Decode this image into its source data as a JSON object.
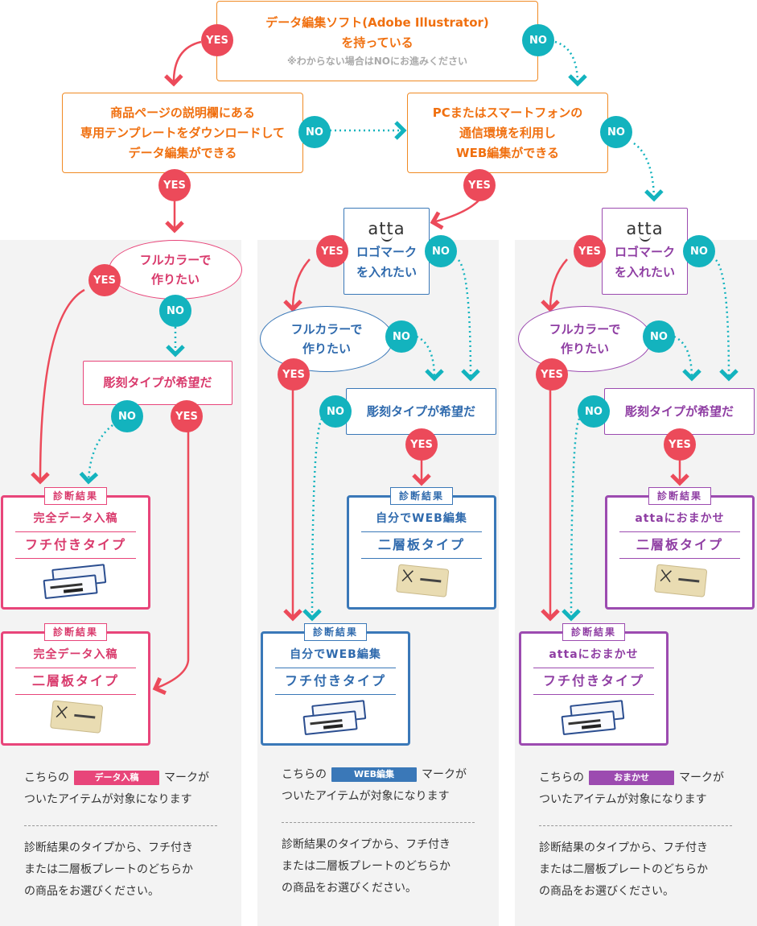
{
  "start": {
    "line1": "データ編集ソフト(Adobe Illustrator)",
    "line2": "を持っている",
    "note": "※わからない場合はNOにお進みください"
  },
  "q_template": {
    "line1": "商品ページの説明欄にある",
    "line2": "専用テンプレートをダウンロードして",
    "line3": "データ編集ができる"
  },
  "q_env": {
    "line1": "PCまたはスマートフォンの",
    "line2": "通信環境を利用し",
    "line3": "WEB編集ができる"
  },
  "badges": {
    "yes": "YES",
    "no": "NO"
  },
  "logo_q": {
    "logo": "atta",
    "line1": "ロゴマーク",
    "line2": "を入れたい"
  },
  "fullcolor_q": {
    "line1": "フルカラーで",
    "line2": "作りたい"
  },
  "engrave_q": "彫刻タイプが希望だ",
  "result_label": "診断結果",
  "results": {
    "pink_top": {
      "line1": "完全データ入稿",
      "line2": "フチ付きタイプ"
    },
    "pink_bottom": {
      "line1": "完全データ入稿",
      "line2": "二層板タイプ"
    },
    "blue_top": {
      "line1": "自分でWEB編集",
      "line2": "二層板タイプ"
    },
    "blue_bottom": {
      "line1": "自分でWEB編集",
      "line2": "フチ付きタイプ"
    },
    "purple_top": {
      "line1": "attaにおまかせ",
      "line2": "二層板タイプ"
    },
    "purple_bottom": {
      "line1": "attaにおまかせ",
      "line2": "フチ付きタイプ"
    }
  },
  "footer": {
    "prefix": "こちらの",
    "suffix": "マークが",
    "line2": "ついたアイテムが対象になります",
    "desc1": "診断結果のタイプから、フチ付き",
    "desc2": "または二層板プレートのどちらか",
    "desc3": "の商品をお選びください。",
    "tags": [
      "データ入稿",
      "WEB編集",
      "おまかせ"
    ]
  },
  "colors": {
    "orange": "#f08a24",
    "pink": "#e8457a",
    "blue": "#3a78b8",
    "purple": "#9c4bb0",
    "yes": "#ec4a5a",
    "no": "#13b3be"
  }
}
